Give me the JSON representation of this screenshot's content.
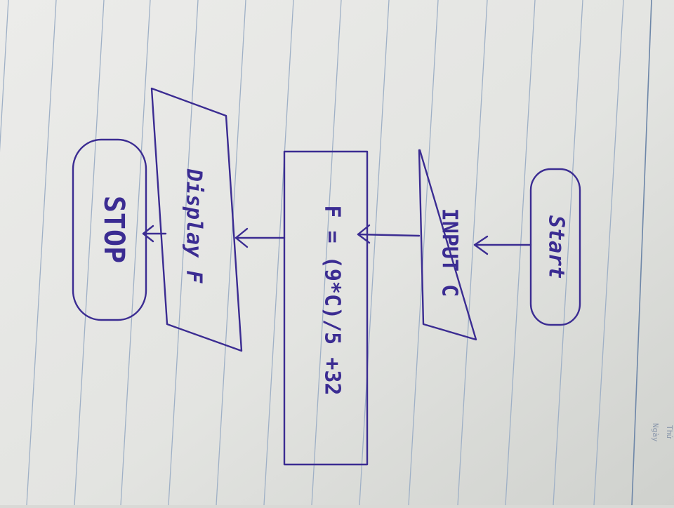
{
  "flowchart": {
    "nodes": [
      {
        "id": "start",
        "shape": "terminal",
        "label": "Start"
      },
      {
        "id": "input",
        "shape": "parallelogram",
        "label": "INPUT C"
      },
      {
        "id": "process",
        "shape": "rectangle",
        "label": "F = (9*C)/5 +32"
      },
      {
        "id": "display",
        "shape": "parallelogram",
        "label": "Display F"
      },
      {
        "id": "stop",
        "shape": "terminal",
        "label": "STOP"
      }
    ],
    "edges": [
      {
        "from": "start",
        "to": "input"
      },
      {
        "from": "input",
        "to": "process"
      },
      {
        "from": "process",
        "to": "display"
      },
      {
        "from": "display",
        "to": "stop"
      }
    ]
  },
  "notebook": {
    "header_labels": [
      "Thứ",
      "Ngày"
    ]
  },
  "colors": {
    "paper": "#e6e7e4",
    "paper_shadow": "#c9cbc8",
    "ruled_line": "#9fb0c6",
    "margin_line": "#6d86a8",
    "ink": "#3b2c92",
    "print_text": "#8a97ab"
  }
}
